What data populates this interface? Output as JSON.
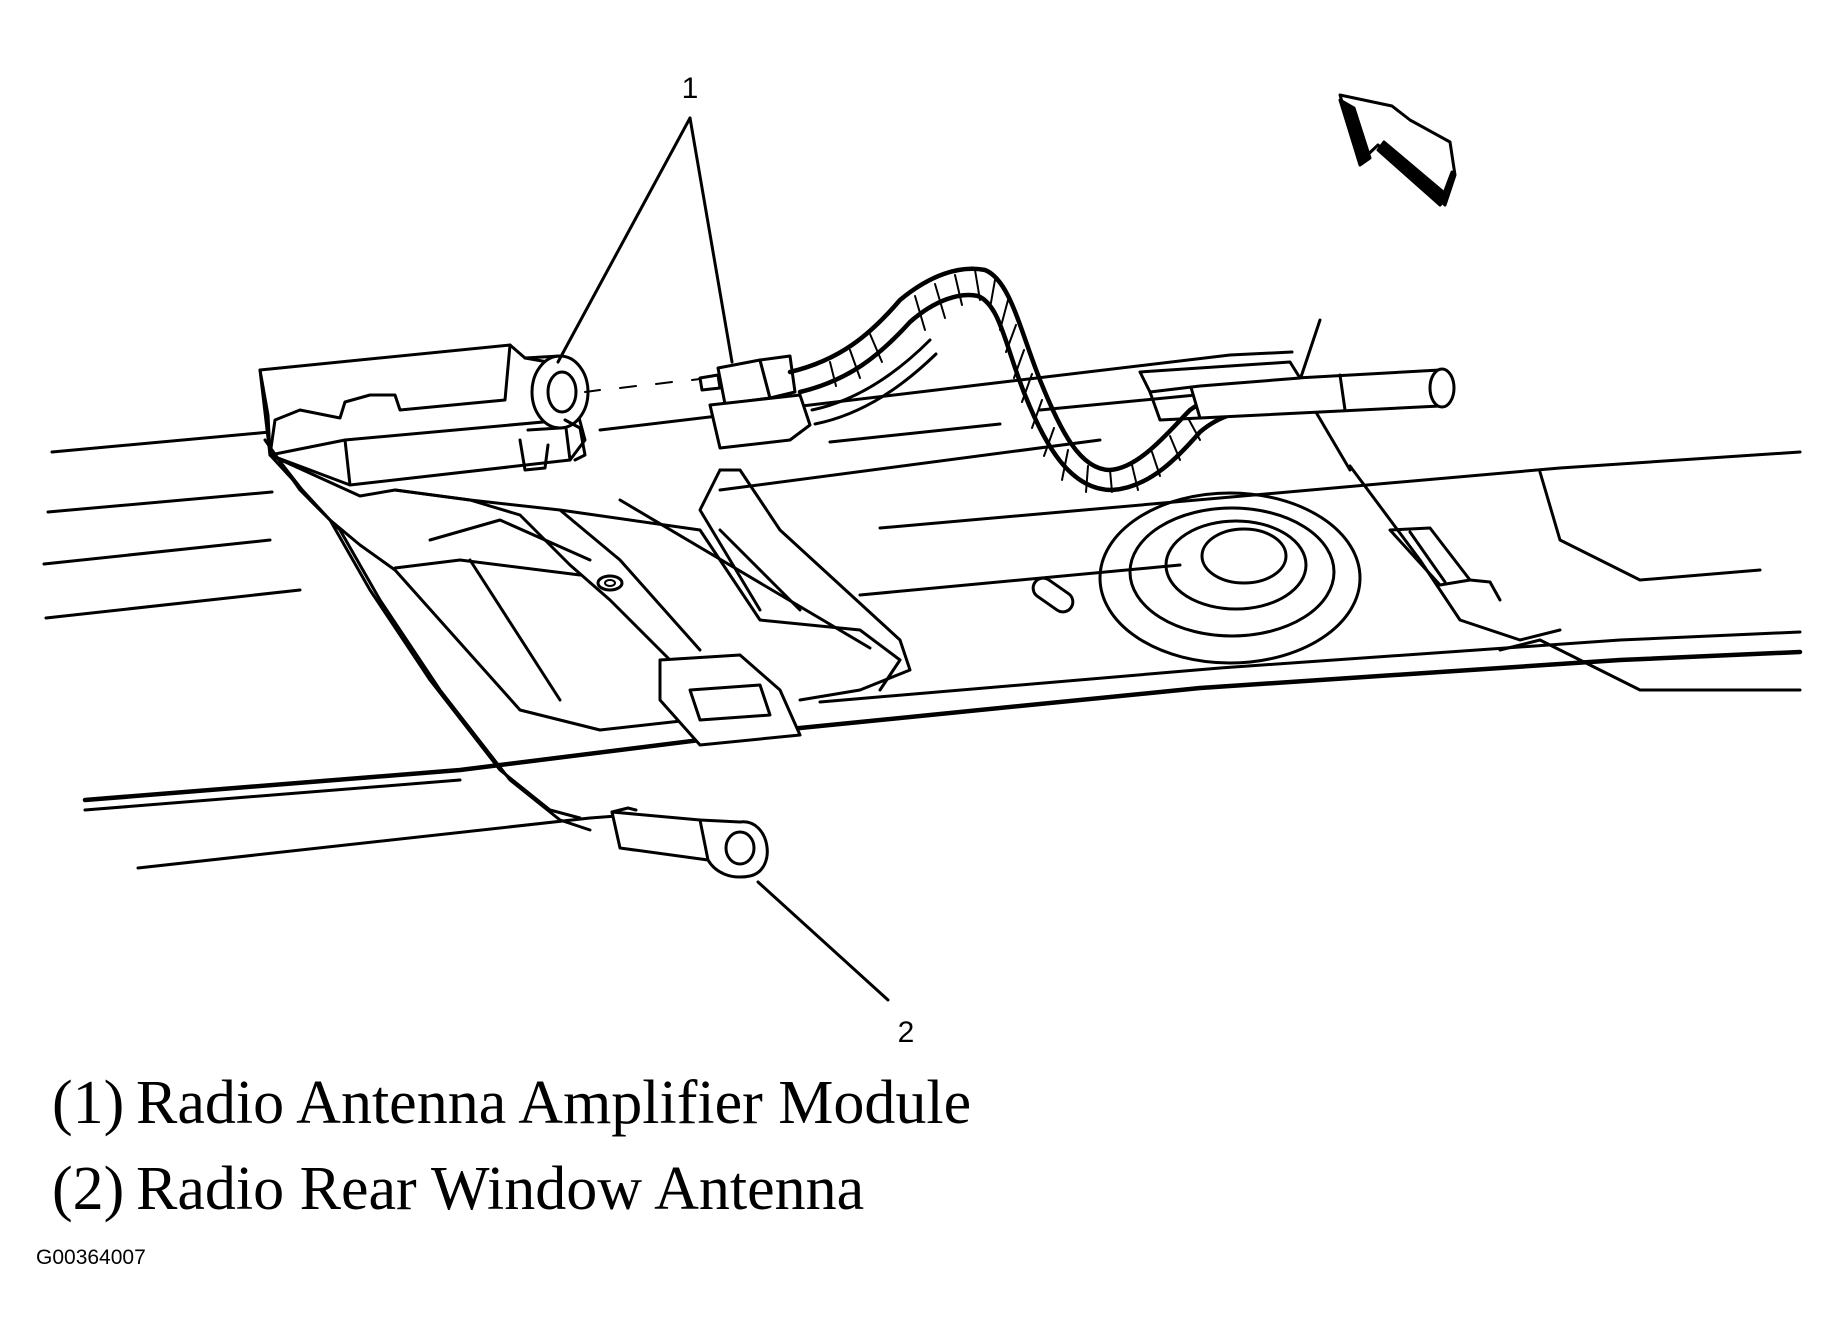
{
  "callouts": [
    {
      "number": "1"
    },
    {
      "number": "2"
    }
  ],
  "legend": [
    {
      "num": "(1)",
      "label": "Radio Antenna Amplifier Module"
    },
    {
      "num": "(2)",
      "label": "Radio Rear Window Antenna"
    }
  ],
  "figure_id": "G00364007",
  "icons": [
    "direction-arrow-icon"
  ],
  "colors": {
    "ink": "#000000",
    "paper": "#ffffff"
  }
}
